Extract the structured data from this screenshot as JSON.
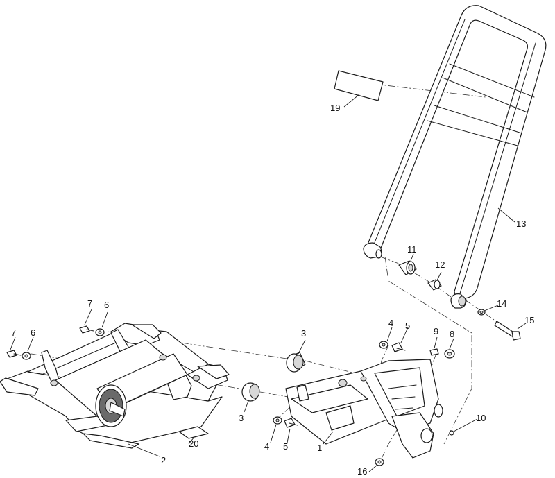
{
  "callouts": [
    {
      "id": "c1",
      "text": "1"
    },
    {
      "id": "c2",
      "text": "2"
    },
    {
      "id": "c3a",
      "text": "3"
    },
    {
      "id": "c3b",
      "text": "3"
    },
    {
      "id": "c4a",
      "text": "4"
    },
    {
      "id": "c4b",
      "text": "4"
    },
    {
      "id": "c5a",
      "text": "5"
    },
    {
      "id": "c5b",
      "text": "5"
    },
    {
      "id": "c6a",
      "text": "6"
    },
    {
      "id": "c6b",
      "text": "6"
    },
    {
      "id": "c7a",
      "text": "7"
    },
    {
      "id": "c7b",
      "text": "7"
    },
    {
      "id": "c8",
      "text": "8"
    },
    {
      "id": "c9",
      "text": "9"
    },
    {
      "id": "c10",
      "text": "10"
    },
    {
      "id": "c11",
      "text": "11"
    },
    {
      "id": "c12",
      "text": "12"
    },
    {
      "id": "c13",
      "text": "13"
    },
    {
      "id": "c14",
      "text": "14"
    },
    {
      "id": "c15",
      "text": "15"
    },
    {
      "id": "c16",
      "text": "16"
    },
    {
      "id": "c19",
      "text": "19"
    },
    {
      "id": "c20",
      "text": "20"
    }
  ]
}
